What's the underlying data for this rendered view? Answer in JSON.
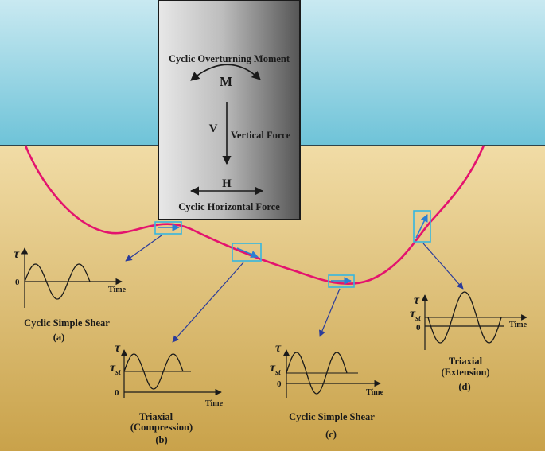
{
  "colors": {
    "water_top": "#c9e9f1",
    "water_bottom": "#6ec3d8",
    "soil_top": "#f1dca6",
    "soil_bottom": "#c9a24a",
    "failure_curve": "#e4136e",
    "element_box": "#35b6e0",
    "pointer_arrow": "#2b3c9a",
    "pile_light": "#e8e8e8",
    "pile_dark": "#555555"
  },
  "pile": {
    "moment_title": "Cyclic Overturning Moment",
    "moment_symbol": "M",
    "vertical_symbol": "V",
    "vertical_label": "Vertical Force",
    "horizontal_symbol": "H",
    "horizontal_label": "Cyclic Horizontal Force"
  },
  "plots": {
    "a": {
      "y_symbol": "τ",
      "zero": "0",
      "x_label": "Time",
      "title": "Cyclic Simple Shear",
      "tag": "(a)"
    },
    "b": {
      "y_symbol": "τ",
      "st_main": "τ",
      "st_sub": "st",
      "zero": "0",
      "x_label": "Time",
      "title1": "Triaxial",
      "title2": "(Compression)",
      "tag": "(b)"
    },
    "c": {
      "y_symbol": "τ",
      "st_main": "τ",
      "st_sub": "st",
      "zero": "0",
      "x_label": "Time",
      "title": "Cyclic Simple Shear",
      "tag": "(c)"
    },
    "d": {
      "y_symbol": "τ",
      "st_main": "τ",
      "st_sub": "st",
      "zero": "0",
      "x_label": "Time",
      "title1": "Triaxial",
      "title2": "(Extension)",
      "tag": "(d)"
    }
  }
}
